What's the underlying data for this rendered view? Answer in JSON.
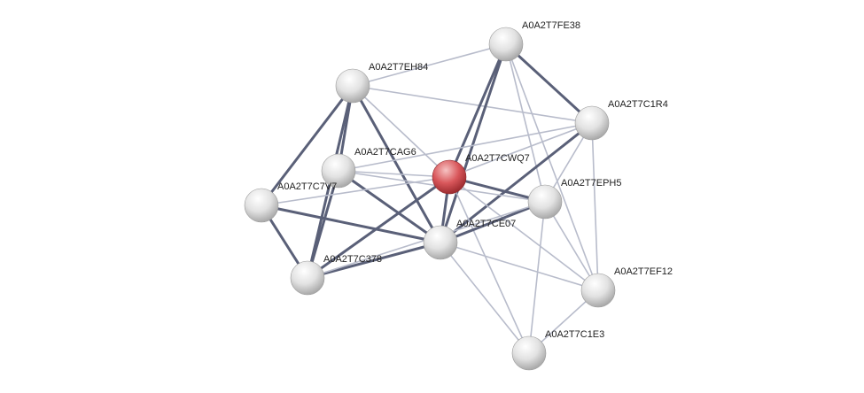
{
  "colors": {
    "query_node": "#c0392b",
    "node": "#d4d4d4",
    "edge_strong": "#5a6078",
    "edge_weak": "#b8bccb"
  },
  "nodes": [
    {
      "id": "A0A2T7FE38",
      "label": "A0A2T7FE38"
    },
    {
      "id": "A0A2T7EH84",
      "label": "A0A2T7EH84"
    },
    {
      "id": "A0A2T7C1R4",
      "label": "A0A2T7C1R4"
    },
    {
      "id": "A0A2T7CAG6",
      "label": "A0A2T7CAG6"
    },
    {
      "id": "A0A2T7CWQ7",
      "label": "A0A2T7CWQ7",
      "query": true
    },
    {
      "id": "A0A2T7C7V7",
      "label": "A0A2T7C7V7"
    },
    {
      "id": "A0A2T7EPH5",
      "label": "A0A2T7EPH5"
    },
    {
      "id": "A0A2T7CE07",
      "label": "A0A2T7CE07"
    },
    {
      "id": "A0A2T7C378",
      "label": "A0A2T7C378"
    },
    {
      "id": "A0A2T7EF12",
      "label": "A0A2T7EF12"
    },
    {
      "id": "A0A2T7C1E3",
      "label": "A0A2T7C1E3"
    }
  ],
  "edges": [
    {
      "a": "A0A2T7EH84",
      "b": "A0A2T7FE38",
      "strength": "weak"
    },
    {
      "a": "A0A2T7EH84",
      "b": "A0A2T7C1R4",
      "strength": "weak"
    },
    {
      "a": "A0A2T7EH84",
      "b": "A0A2T7CAG6",
      "strength": "strong"
    },
    {
      "a": "A0A2T7EH84",
      "b": "A0A2T7C7V7",
      "strength": "strong"
    },
    {
      "a": "A0A2T7EH84",
      "b": "A0A2T7CE07",
      "strength": "strong"
    },
    {
      "a": "A0A2T7EH84",
      "b": "A0A2T7C378",
      "strength": "strong"
    },
    {
      "a": "A0A2T7EH84",
      "b": "A0A2T7CWQ7",
      "strength": "weak"
    },
    {
      "a": "A0A2T7FE38",
      "b": "A0A2T7CWQ7",
      "strength": "strong"
    },
    {
      "a": "A0A2T7FE38",
      "b": "A0A2T7C1R4",
      "strength": "strong"
    },
    {
      "a": "A0A2T7FE38",
      "b": "A0A2T7CE07",
      "strength": "strong"
    },
    {
      "a": "A0A2T7FE38",
      "b": "A0A2T7EPH5",
      "strength": "weak"
    },
    {
      "a": "A0A2T7FE38",
      "b": "A0A2T7EF12",
      "strength": "weak"
    },
    {
      "a": "A0A2T7C1R4",
      "b": "A0A2T7CWQ7",
      "strength": "weak"
    },
    {
      "a": "A0A2T7C1R4",
      "b": "A0A2T7EPH5",
      "strength": "weak"
    },
    {
      "a": "A0A2T7C1R4",
      "b": "A0A2T7CE07",
      "strength": "strong"
    },
    {
      "a": "A0A2T7C1R4",
      "b": "A0A2T7EF12",
      "strength": "weak"
    },
    {
      "a": "A0A2T7C1R4",
      "b": "A0A2T7CAG6",
      "strength": "weak"
    },
    {
      "a": "A0A2T7CAG6",
      "b": "A0A2T7CWQ7",
      "strength": "weak"
    },
    {
      "a": "A0A2T7CAG6",
      "b": "A0A2T7C378",
      "strength": "strong"
    },
    {
      "a": "A0A2T7CAG6",
      "b": "A0A2T7CE07",
      "strength": "strong"
    },
    {
      "a": "A0A2T7CAG6",
      "b": "A0A2T7EPH5",
      "strength": "weak"
    },
    {
      "a": "A0A2T7C7V7",
      "b": "A0A2T7CWQ7",
      "strength": "weak"
    },
    {
      "a": "A0A2T7C7V7",
      "b": "A0A2T7CE07",
      "strength": "strong"
    },
    {
      "a": "A0A2T7C7V7",
      "b": "A0A2T7C378",
      "strength": "strong"
    },
    {
      "a": "A0A2T7CWQ7",
      "b": "A0A2T7CE07",
      "strength": "strong"
    },
    {
      "a": "A0A2T7CWQ7",
      "b": "A0A2T7C378",
      "strength": "strong"
    },
    {
      "a": "A0A2T7CWQ7",
      "b": "A0A2T7EPH5",
      "strength": "strong"
    },
    {
      "a": "A0A2T7CWQ7",
      "b": "A0A2T7EF12",
      "strength": "weak"
    },
    {
      "a": "A0A2T7CWQ7",
      "b": "A0A2T7C1E3",
      "strength": "weak"
    },
    {
      "a": "A0A2T7CE07",
      "b": "A0A2T7C378",
      "strength": "strong"
    },
    {
      "a": "A0A2T7CE07",
      "b": "A0A2T7EPH5",
      "strength": "strong"
    },
    {
      "a": "A0A2T7CE07",
      "b": "A0A2T7EF12",
      "strength": "weak"
    },
    {
      "a": "A0A2T7CE07",
      "b": "A0A2T7C1E3",
      "strength": "weak"
    },
    {
      "a": "A0A2T7EPH5",
      "b": "A0A2T7EF12",
      "strength": "weak"
    },
    {
      "a": "A0A2T7EPH5",
      "b": "A0A2T7C1E3",
      "strength": "weak"
    },
    {
      "a": "A0A2T7EF12",
      "b": "A0A2T7C1E3",
      "strength": "weak"
    },
    {
      "a": "A0A2T7C378",
      "b": "A0A2T7EPH5",
      "strength": "weak"
    }
  ]
}
